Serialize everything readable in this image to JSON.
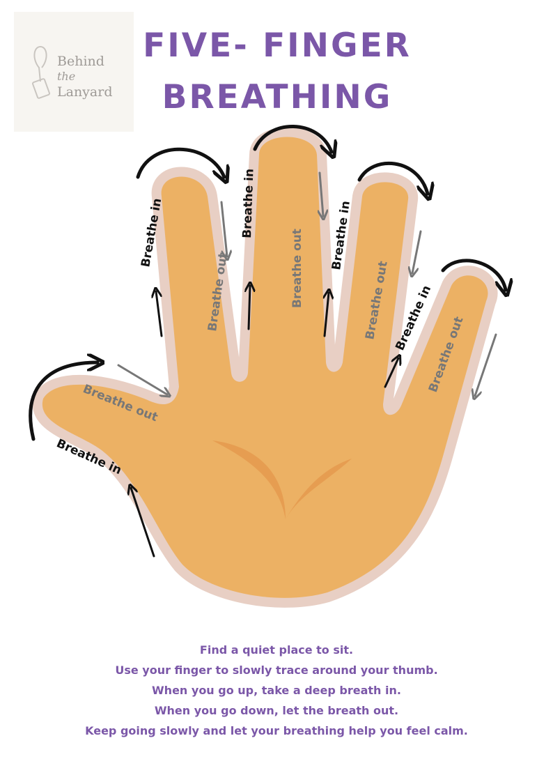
{
  "logo": {
    "line1": "Behind",
    "line2": "the",
    "line3": "Lanyard"
  },
  "title": {
    "line1": "FIVE- FINGER",
    "line2": "BREATHING"
  },
  "labels": {
    "in": "Breathe in",
    "out": "Breathe out"
  },
  "instructions": [
    "Find a quiet place to sit.",
    "Use your finger to slowly trace around your thumb.",
    "When you go up, take a deep breath in.",
    "When you go down, let the breath out.",
    "Keep going slowly and let your breathing help you feel calm."
  ],
  "colors": {
    "title": "#7b57a8",
    "skin": "#ecb164",
    "outline": "#e8cfc4",
    "shade": "#e59a4e",
    "arrow_dark": "#111111",
    "arrow_grey": "#777777"
  }
}
